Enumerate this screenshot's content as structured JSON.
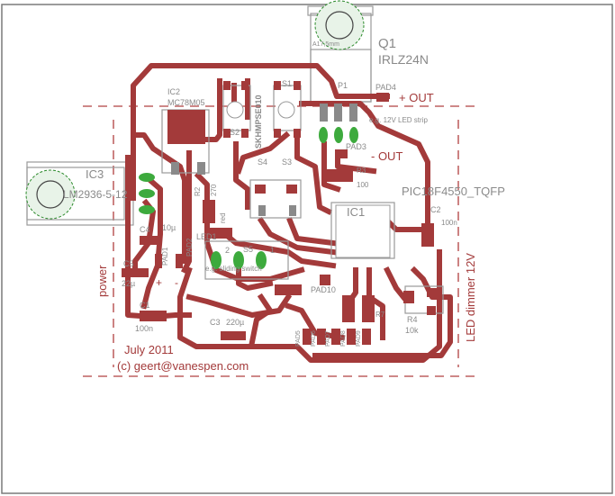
{
  "board": {
    "title": "LED dimmer 12V",
    "power_label": "power",
    "date": "July 2011",
    "copyright": "(c) geert@vanespen.com"
  },
  "components": {
    "q1": {
      "name": "Q1",
      "value": "IRLZ24N",
      "footprint": "A17,5mm"
    },
    "ic1": {
      "name": "IC1",
      "value": "PIC18F4550_TQFP"
    },
    "ic2": {
      "name": "IC2",
      "value": "MC78M05"
    },
    "ic3": {
      "name": "IC3",
      "value": "LM2936-5-12"
    },
    "switch_part": "SKHMPSE010",
    "s1": "S1",
    "s2": "S2",
    "s3": "S3",
    "s4": "S4",
    "s5": "S5",
    "s5_note": "e.g. sliding switch",
    "s5_pin1": "1",
    "s5_pin2": "2",
    "led1": "LED1",
    "led1_color": "red",
    "r2": "R2",
    "r2_value": "270",
    "r3": "R3",
    "r3_value": "100",
    "r4": "R4",
    "r4_value": "10k",
    "r7": "R7",
    "c1": "C1",
    "c1_value": "100n",
    "c2": "C2",
    "c2_value": "100n",
    "c3": "C3",
    "c3_value": "220µ",
    "c4": "C4",
    "c4_value": "10µ",
    "c5": "C5",
    "c5_value": "22µ",
    "p1": "P1"
  },
  "pads": {
    "pad1": "PAD1",
    "pad2": "PAD2",
    "pad3": "PAD3",
    "pad4": "PAD4",
    "pad5": "PAD5",
    "pad6": "PAD6",
    "pad7": "PAD7",
    "pad8": "PAD8",
    "pad9": "PAD9",
    "pad10": "PAD10",
    "plus_out": "+ OUT",
    "minus_out": "- OUT",
    "out_note": "e.g. 12V LED strip",
    "plus": "+",
    "minus": "-"
  }
}
